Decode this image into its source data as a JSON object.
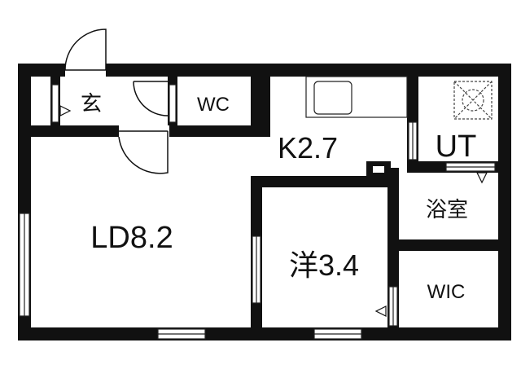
{
  "rooms": {
    "entrance": "玄",
    "wc": "WC",
    "kitchen": "K2.7",
    "utility": "UT",
    "living_dining": "LD8.2",
    "western_room": "洋3.4",
    "bathroom": "浴室",
    "walk_in_closet": "WIC"
  },
  "colors": {
    "wall": "#111111",
    "background": "#ffffff",
    "fixture_line": "#222222"
  }
}
